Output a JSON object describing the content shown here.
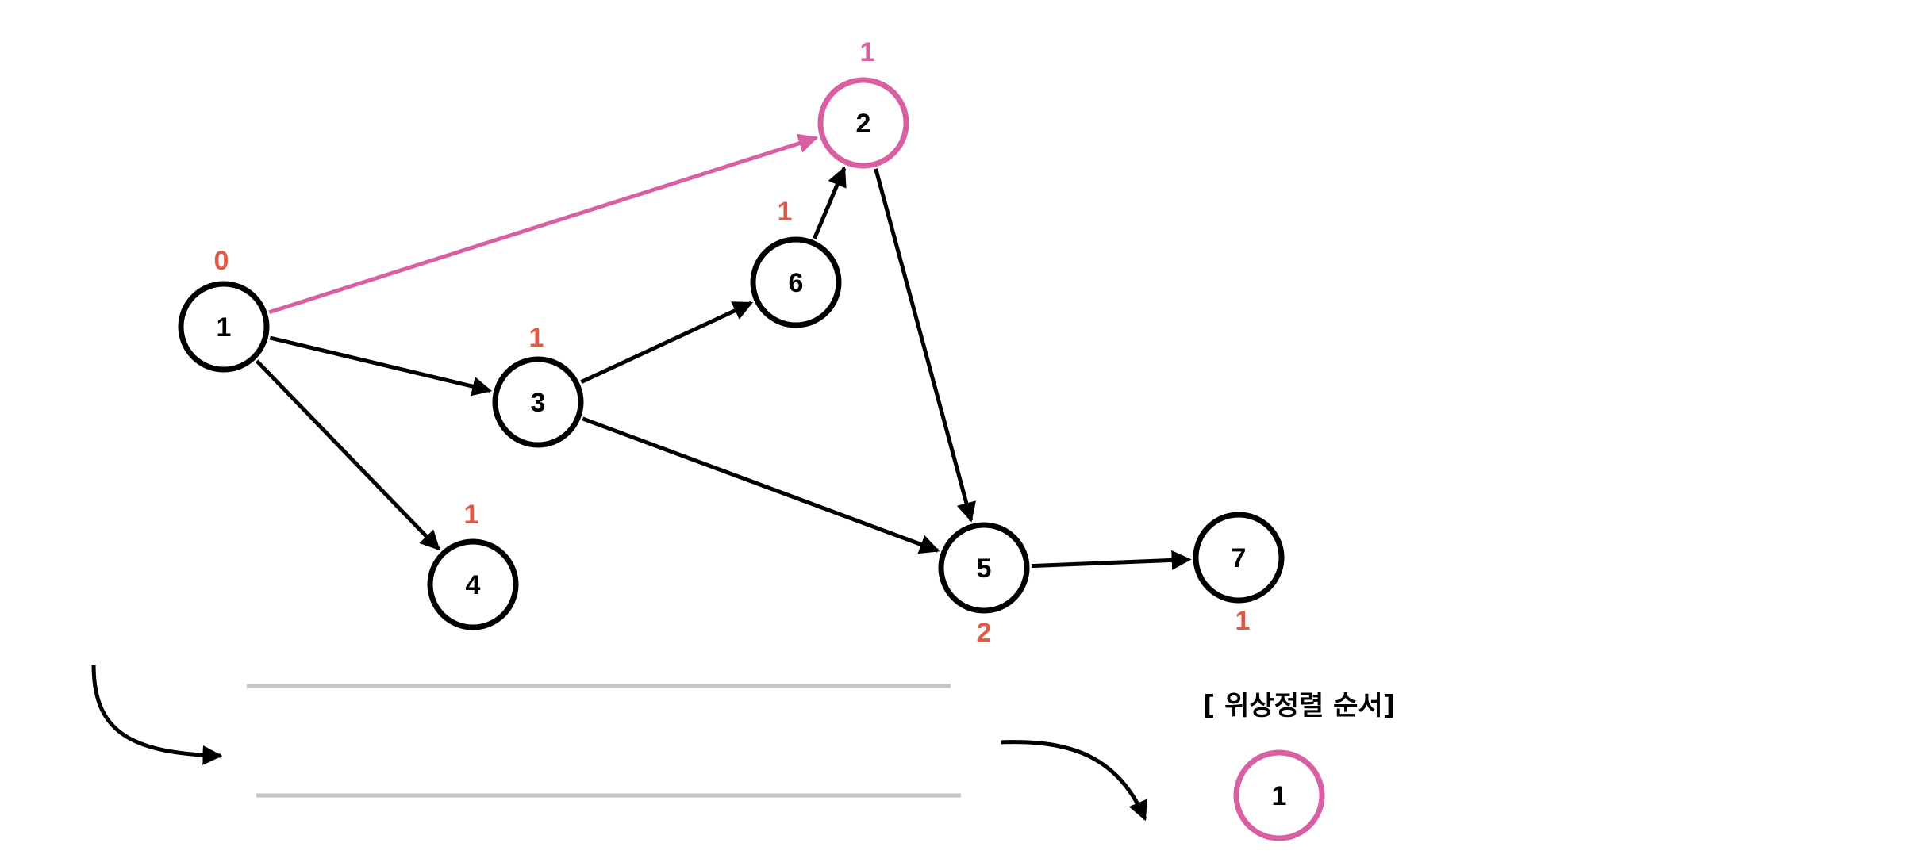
{
  "colors": {
    "default": "#000000",
    "highlight": "#d95fa3",
    "degree": "#dd5a45",
    "queue_line": "#c6c6c6"
  },
  "nodes": [
    {
      "id": "1",
      "label": "1",
      "indegree": "0",
      "state": "default"
    },
    {
      "id": "2",
      "label": "2",
      "indegree": "1",
      "state": "highlight"
    },
    {
      "id": "3",
      "label": "3",
      "indegree": "1",
      "state": "default"
    },
    {
      "id": "4",
      "label": "4",
      "indegree": "1",
      "state": "default"
    },
    {
      "id": "5",
      "label": "5",
      "indegree": "2",
      "state": "default"
    },
    {
      "id": "6",
      "label": "6",
      "indegree": "1",
      "state": "default"
    },
    {
      "id": "7",
      "label": "7",
      "indegree": "1",
      "state": "default"
    }
  ],
  "edges": [
    {
      "from": "1",
      "to": "2",
      "state": "highlight"
    },
    {
      "from": "1",
      "to": "3",
      "state": "default"
    },
    {
      "from": "1",
      "to": "4",
      "state": "default"
    },
    {
      "from": "3",
      "to": "6",
      "state": "default"
    },
    {
      "from": "3",
      "to": "5",
      "state": "default"
    },
    {
      "from": "6",
      "to": "2",
      "state": "default"
    },
    {
      "from": "2",
      "to": "5",
      "state": "default"
    },
    {
      "from": "5",
      "to": "7",
      "state": "default"
    }
  ],
  "result": {
    "title": "[ 위상정렬 순서]",
    "order": [
      "1"
    ]
  }
}
